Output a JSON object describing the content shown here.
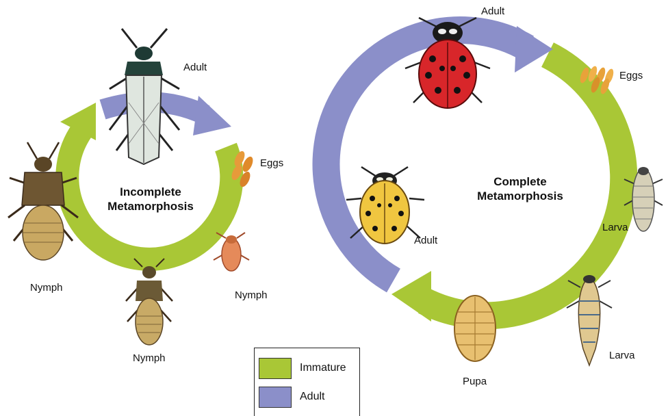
{
  "colors": {
    "immature": "#a9c736",
    "adult": "#8b8fc9"
  },
  "incomplete": {
    "title_line1": "Incomplete",
    "title_line2": "Metamorphosis",
    "stages": {
      "adult": "Adult",
      "eggs": "Eggs",
      "nymph_small": "Nymph",
      "nymph_middle": "Nymph",
      "nymph_large": "Nymph"
    }
  },
  "complete": {
    "title_line1": "Complete",
    "title_line2": "Metamorphosis",
    "stages": {
      "adult_top": "Adult",
      "eggs": "Eggs",
      "larva_upper": "Larva",
      "larva_lower": "Larva",
      "pupa": "Pupa",
      "adult_side": "Adult"
    }
  },
  "legend": {
    "immature": "Immature",
    "adult": "Adult"
  }
}
